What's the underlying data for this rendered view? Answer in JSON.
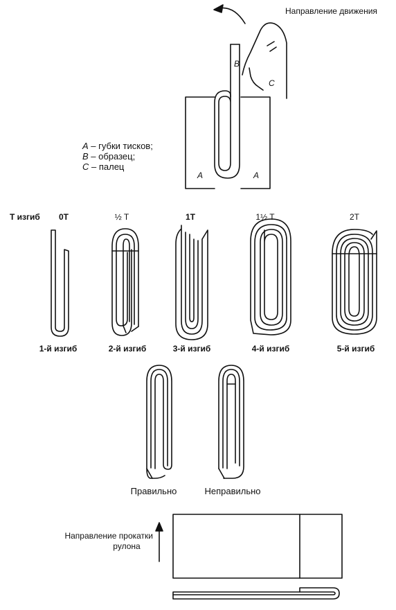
{
  "top": {
    "direction_label": "Направление движения",
    "jaw_label": "A",
    "sample_label": "B",
    "finger_label": "C",
    "legend": [
      {
        "key": "A",
        "text": " – губки тисков;"
      },
      {
        "key": "B",
        "text": " – образец;"
      },
      {
        "key": "C",
        "text": " – палец"
      }
    ]
  },
  "t_bend": {
    "row_label": "Т изгиб",
    "t_values": [
      "0T",
      "½ T",
      "1T",
      "1½ T",
      "2T"
    ],
    "bend_labels": [
      "1-й изгиб",
      "2-й изгиб",
      "3-й изгиб",
      "4-й изгиб",
      "5-й изгиб"
    ]
  },
  "correctness": {
    "correct": "Правильно",
    "incorrect": "Неправильно"
  },
  "rolling": {
    "direction_label_line1": "Направление прокатки",
    "direction_label_line2": "рулона"
  }
}
